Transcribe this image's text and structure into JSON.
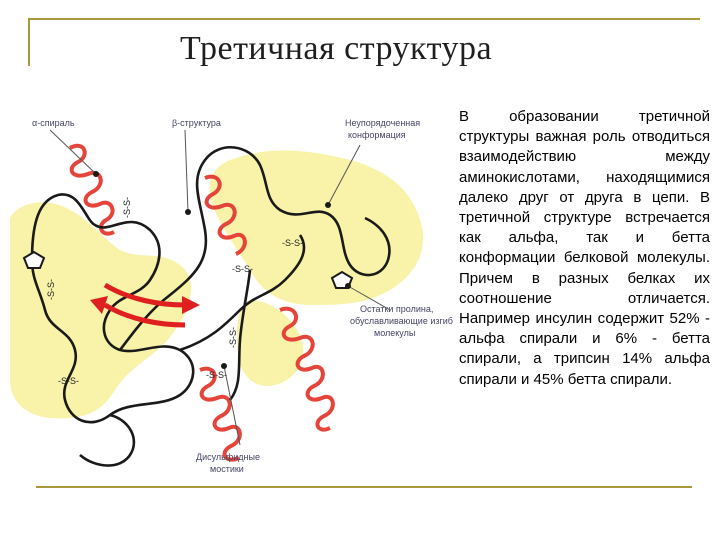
{
  "slide": {
    "title": "Третичная структура",
    "body": "В образовании третичной структуры важная роль отводиться взаимодействию между аминокислотами, находящимися далеко друг от друга в цепи. В третичной структуре встречается как альфа, так и бетта конформации белковой молекулы. Причем в разных белках их соотношение отличается. Например инсулин содержит 52% - альфа спирали и 6% - бетта спирали, а трипсин 14% альфа спирали и 45% бетта спирали."
  },
  "diagram": {
    "labels": {
      "alpha_helix": "α-спираль",
      "beta_structure": "β-структура",
      "disordered_line1": "Неупорядоченная",
      "disordered_line2": "конформация",
      "proline_line1": "Остатки пролина,",
      "proline_line2": "обуславливающие изгиб",
      "proline_line3": "молекулы",
      "disulfide_line1": "Дисульфидные",
      "disulfide_line2": "мостики"
    },
    "disulfide_bond": "-S-S-",
    "colors": {
      "background_blob": "#f8f3a8",
      "helix": "#e5443a",
      "chain": "#1a1a1a",
      "arrow": "#e02020",
      "frame": "#a89a3c"
    }
  }
}
